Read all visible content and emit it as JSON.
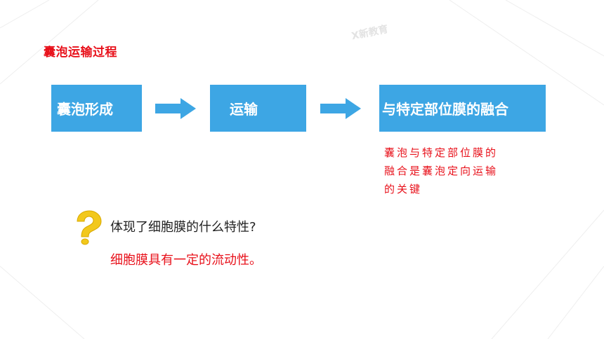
{
  "title": "囊泡运输过程",
  "watermark": "X新教育",
  "flow": {
    "steps": [
      "囊泡形成",
      "运输",
      "与特定部位膜的融合"
    ],
    "note_lines": [
      "囊泡与特定部位膜的",
      "融合是囊泡定向运输",
      "的关键"
    ]
  },
  "qa": {
    "question": "体现了细胞膜的什么特性?",
    "answer": "细胞膜具有一定的流动性。"
  },
  "colors": {
    "box": "#3da6e4",
    "accent_red": "#e8101a",
    "question_icon": "#f2c81c"
  },
  "icons": {
    "arrow": "right-arrow-icon",
    "question": "question-mark-icon"
  }
}
